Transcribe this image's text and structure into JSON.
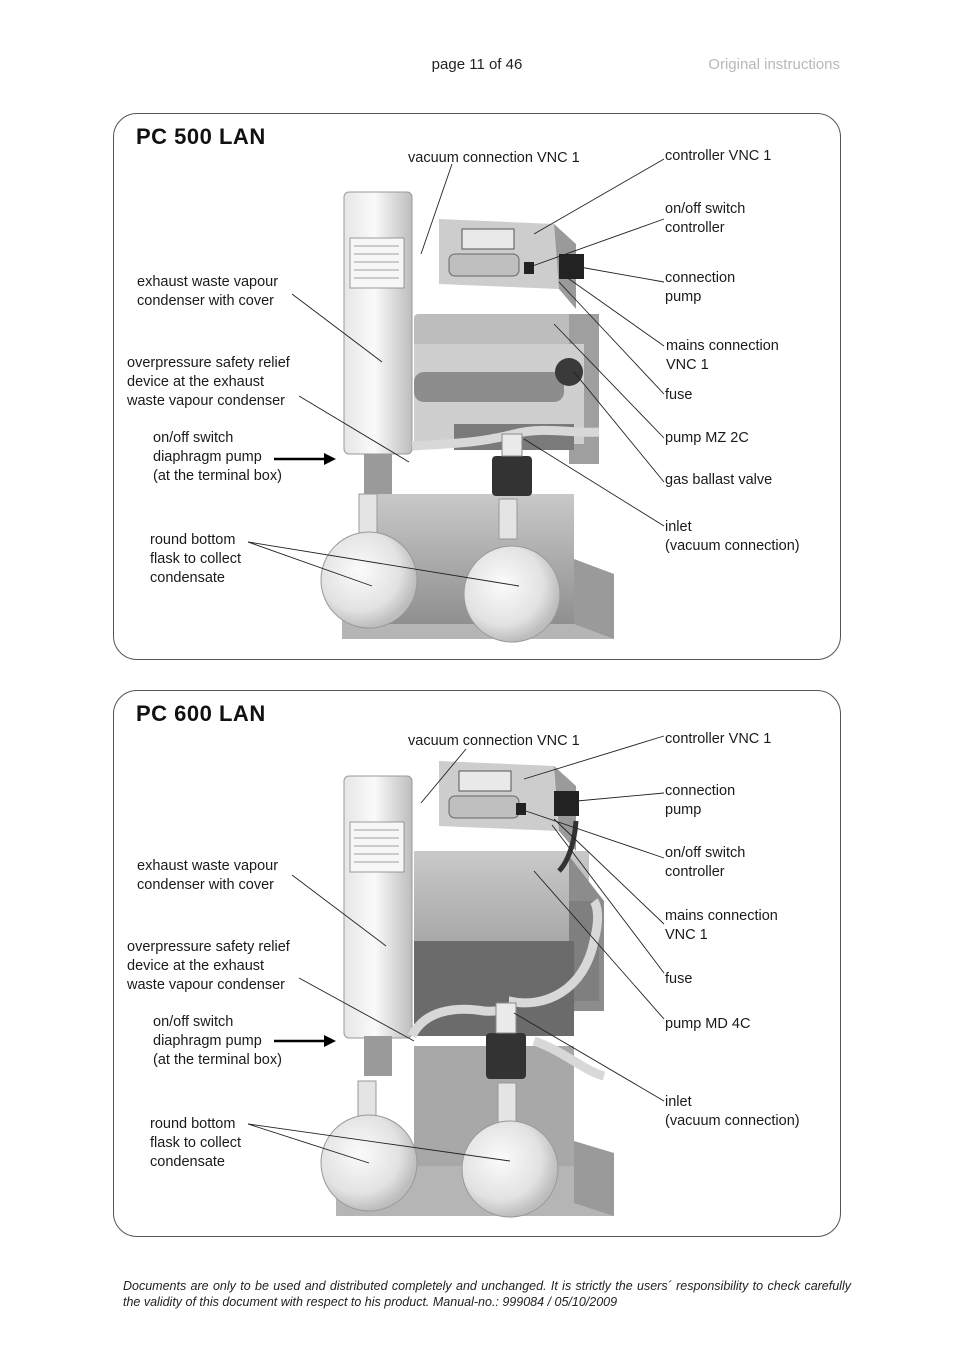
{
  "header": {
    "page_label": "page 11 of 46",
    "doc_label": "Original instructions"
  },
  "panel1": {
    "title": "PC 500 LAN",
    "labels": {
      "vacuum_connection": "vacuum connection VNC 1",
      "controller": "controller VNC 1",
      "onoff_controller": "on/off switch\ncontroller",
      "connection_pump": "connection\npump",
      "mains_connection": "mains connection\nVNC 1",
      "fuse": "fuse",
      "pump": "pump MZ 2C",
      "gas_ballast": "gas ballast valve",
      "inlet": "inlet\n(vacuum connection)",
      "exhaust_condenser": "exhaust waste vapour\ncondenser with cover",
      "overpressure": "overpressure safety relief\ndevice at the exhaust\nwaste vapour condenser",
      "onoff_pump": "on/off switch\ndiaphragm pump\n(at the terminal box)",
      "flask": "round bottom\nflask to collect\ncondensate"
    }
  },
  "panel2": {
    "title": "PC 600 LAN",
    "labels": {
      "vacuum_connection": "vacuum connection VNC 1",
      "controller": "controller VNC 1",
      "connection_pump": "connection\npump",
      "onoff_controller": "on/off switch\ncontroller",
      "mains_connection": "mains connection\nVNC 1",
      "fuse": "fuse",
      "pump": "pump MD 4C",
      "inlet": "inlet\n(vacuum connection)",
      "exhaust_condenser": "exhaust waste vapour\ncondenser with cover",
      "overpressure": "overpressure safety relief\ndevice at the exhaust\nwaste vapour condenser",
      "onoff_pump": "on/off switch\ndiaphragm pump\n(at the terminal box)",
      "flask": "round bottom\nflask to collect\ncondensate"
    }
  },
  "footer": {
    "text": "Documents are only to be used and distributed completely and unchanged. It is strictly the users´ responsibility to check carefully the validity of this document with respect to his product. Manual-no.: 999084 / 05/10/2009"
  }
}
